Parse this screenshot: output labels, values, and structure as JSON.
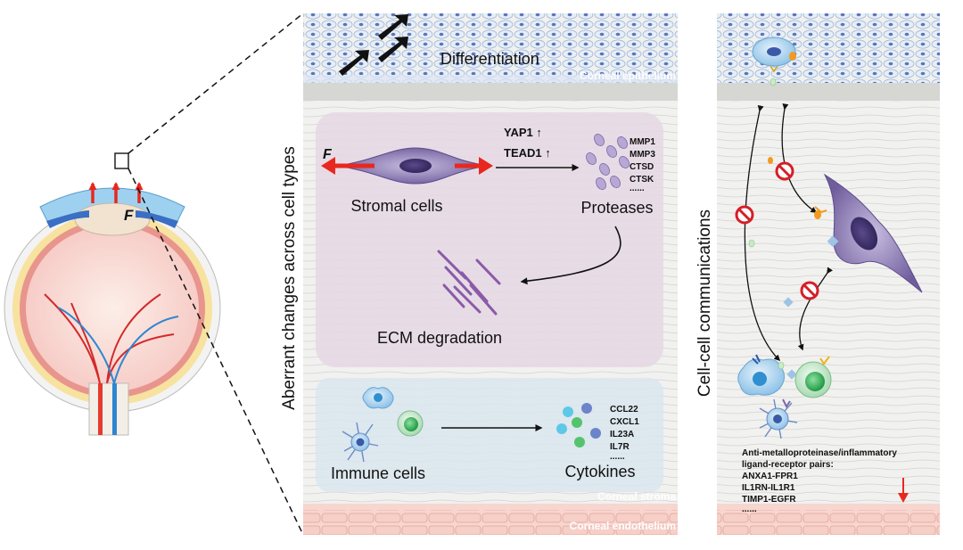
{
  "panel_left": {
    "force_label": "F"
  },
  "panel_middle": {
    "side_title": "Aberrant changes across cell types",
    "layers": {
      "epithelium": "Corneal epithelium",
      "stroma": "Corneal stroma",
      "endothelium": "Corneal endothelium"
    },
    "differentiation": "Differentiation",
    "force_label": "F",
    "stromal_cells": "Stromal cells",
    "yap1": "YAP1 ↑",
    "tead1": "TEAD1 ↑",
    "proteases": "Proteases",
    "protease_genes": [
      "MMP1",
      "MMP3",
      "CTSD",
      "CTSK",
      "......"
    ],
    "ecm": "ECM degradation",
    "immune_cells": "Immune cells",
    "cytokines": "Cytokines",
    "cytokine_genes": [
      "CCL22",
      "CXCL1",
      "IL23A",
      "IL7R",
      "......"
    ]
  },
  "panel_right": {
    "side_title": "Cell-cell communications",
    "lr_title_1": "Anti-metalloproteinase/inflammatory",
    "lr_title_2": "ligand-receptor pairs:",
    "lr_pairs": [
      "ANXA1-FPR1",
      "IL1RN-IL1R1",
      "TIMP1-EGFR",
      "......"
    ]
  },
  "colors": {
    "epithelium": "#dbe6f3",
    "stroma": "#f1f1ef",
    "endothelium": "#f7d6cf",
    "stromal_box": "#e7dce6",
    "immune_box": "#dde8ef",
    "force_arrow": "#e8281e",
    "cell_purple": "#7d6aa8",
    "block_red": "#d41f28"
  }
}
